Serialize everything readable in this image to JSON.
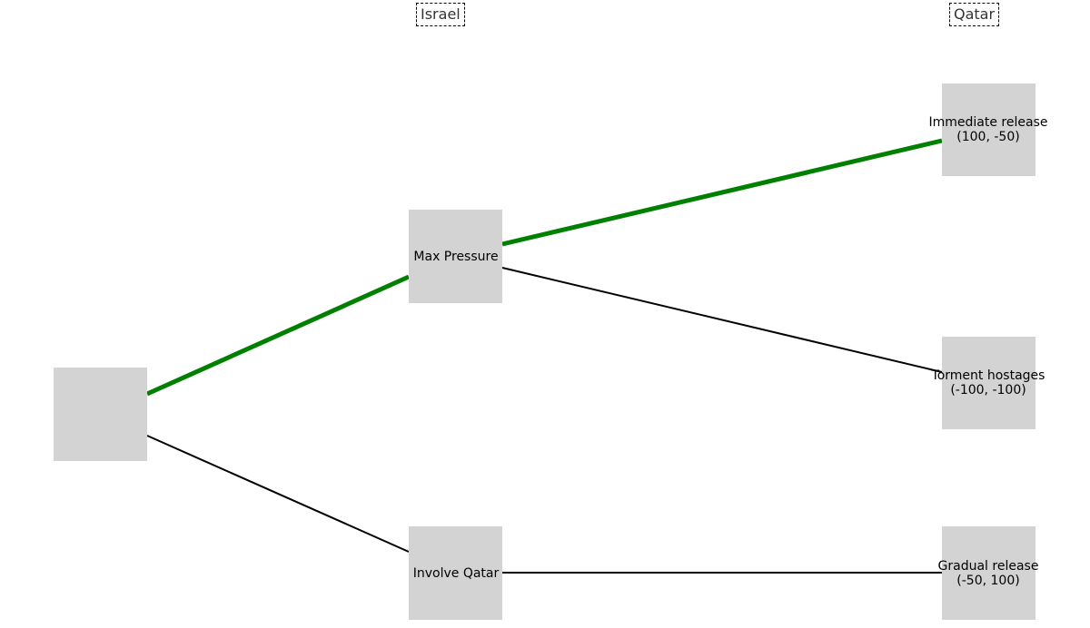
{
  "players": {
    "israel": "Israel",
    "qatar": "Qatar"
  },
  "nodes": {
    "root": {
      "label": ""
    },
    "max_pressure": {
      "label": "Max Pressure"
    },
    "involve_qatar": {
      "label": "Involve Qatar"
    },
    "immediate_release": {
      "label": "Immediate release",
      "payoff": "(100, -50)"
    },
    "torment_hostages": {
      "label": "Torment hostages",
      "payoff": "(-100, -100)"
    },
    "gradual_release": {
      "label": "Gradual release",
      "payoff": "(-50, 100)"
    }
  },
  "edges": [
    {
      "from": "root",
      "to": "max_pressure",
      "equilibrium": true
    },
    {
      "from": "root",
      "to": "involve_qatar",
      "equilibrium": false
    },
    {
      "from": "max_pressure",
      "to": "immediate_release",
      "equilibrium": true
    },
    {
      "from": "max_pressure",
      "to": "torment_hostages",
      "equilibrium": false
    },
    {
      "from": "involve_qatar",
      "to": "gradual_release",
      "equilibrium": false
    }
  ],
  "colors": {
    "node_fill": "#d3d3d3",
    "edge": "#000000",
    "equilibrium_edge": "#008000"
  }
}
